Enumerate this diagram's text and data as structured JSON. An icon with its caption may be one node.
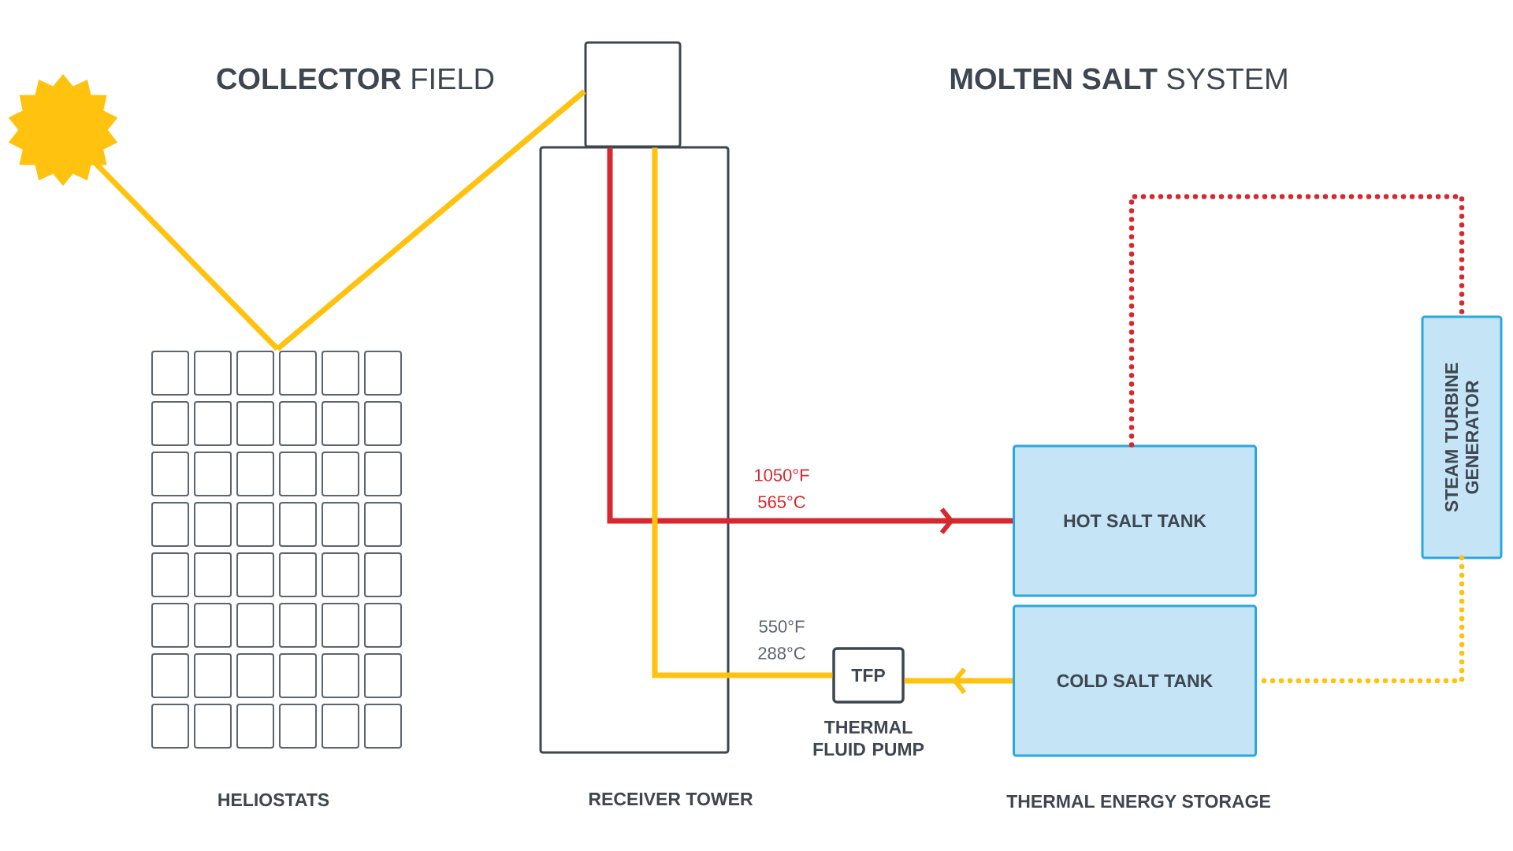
{
  "diagram": {
    "title": "**COLLECTOR** FIELD",
    "caption": "**MOLTEN SALT** SYSTEM",
    "nodes": [
      {
        "text": [],
        "shape": "sun"
      },
      {
        "text": [],
        "shape": "grid",
        "beside": [
          "HELIOSTATS"
        ]
      },
      {
        "text": [],
        "shape": "box"
      },
      {
        "text": [
          "STEAM TURBINE GENERATOR"
        ]
      },
      {
        "text": [
          "HOT SALT TANK"
        ]
      },
      {
        "text": [
          "TFP"
        ],
        "beside": [
          "THERMAL FLUID PUMP"
        ]
      },
      {
        "text": [
          "COLD SALT TANK"
        ]
      }
    ],
    "edges": [
      {
        "from": 0,
        "to": 1,
        "arrow": "none"
      },
      {
        "from": 1,
        "to": 2,
        "arrow": "none"
      },
      {
        "from": 2,
        "to": 4,
        "arrow": "to",
        "color": "#d7282f",
        "label": "1050°F 565°C"
      },
      {
        "from": 6,
        "to": 5,
        "arrow": "to"
      },
      {
        "from": 5,
        "to": 2,
        "arrow": "none",
        "label": "550°F 288°C"
      },
      {
        "from": 4,
        "to": 3,
        "arrow": "none",
        "style": "dashed",
        "color": "#d7282f"
      },
      {
        "from": 3,
        "to": 6,
        "arrow": "none",
        "style": "dashed"
      }
    ],
    "labels": [
      "RECEIVER TOWER",
      "THERMAL ENERGY STORAGE"
    ]
  }
}
